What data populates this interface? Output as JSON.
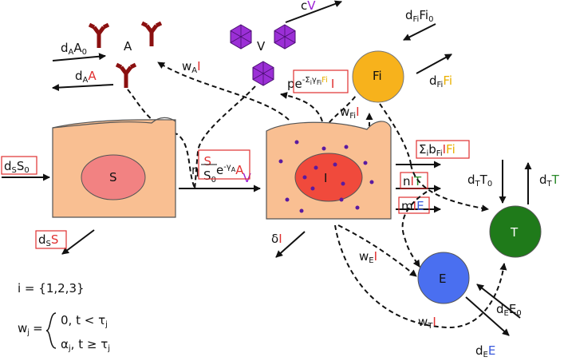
{
  "nodes": {
    "S": "S",
    "I": "I",
    "Fi": "Fi",
    "T": "T",
    "E": "E",
    "A": "A",
    "V": "V"
  },
  "labels": {
    "dAA0": [
      "d",
      "A",
      "A",
      "0"
    ],
    "dAA": [
      "d",
      "A",
      "A"
    ],
    "wAI": [
      "w",
      "A",
      "I"
    ],
    "cV": [
      "c",
      "V"
    ],
    "dFiFi0": [
      "d",
      "Fi",
      "Fi",
      "0"
    ],
    "dFiFi": [
      "d",
      "Fi",
      "Fi"
    ],
    "pe": [
      "pe",
      "-Σ",
      "i",
      "γ",
      "Fi",
      "Fi",
      "I"
    ],
    "wFiI": [
      "w",
      "Fi",
      "I"
    ],
    "dSS0": [
      "d",
      "S",
      "S",
      "0"
    ],
    "dSS": [
      "d",
      "S",
      "S"
    ],
    "infection": [
      "η",
      "S",
      "S",
      "0",
      "e",
      "-γ",
      "A",
      "A",
      "V"
    ],
    "sumbFi": [
      "Σ",
      "i",
      "b",
      "Fi",
      "I",
      "Fi"
    ],
    "nIT": [
      "n",
      "I",
      "T"
    ],
    "mIE": [
      "m",
      "I",
      "E"
    ],
    "dTT0": [
      "d",
      "T",
      "T",
      "0"
    ],
    "dTT": [
      "d",
      "T",
      "T"
    ],
    "deltaI": [
      "δ",
      "I"
    ],
    "wEI": [
      "w",
      "E",
      "I"
    ],
    "wTI": [
      "w",
      "T",
      "I"
    ],
    "dEE0": [
      "d",
      "E",
      "E",
      "0"
    ],
    "dEE": [
      "d",
      "E",
      "E"
    ]
  },
  "equations": {
    "i_set": "i = {1,2,3}",
    "w_lhs": [
      "w",
      "j",
      "="
    ],
    "w_case1": [
      "0, t < τ",
      "j"
    ],
    "w_case2": [
      "α",
      "j",
      ", t ≥ τ",
      "j"
    ]
  },
  "colors": {
    "cell": "#f9bf92",
    "s_nucleus": "#f28282",
    "i_nucleus": "#f04a3c",
    "Fi": "#f7b21c",
    "T": "#1f7a1a",
    "E": "#4a6ff0",
    "virus": "#9b2fd6",
    "antibody": "#8b1010",
    "red_text": "#e03030"
  }
}
